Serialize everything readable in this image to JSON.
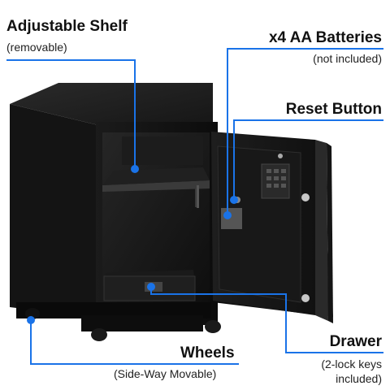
{
  "accent_color": "#1a73e8",
  "callouts": {
    "shelf": {
      "label": "Adjustable Shelf",
      "note": "(removable)"
    },
    "batteries": {
      "label": "x4 AA Batteries",
      "note": "(not included)"
    },
    "reset": {
      "label": "Reset Button"
    },
    "wheels": {
      "label": "Wheels",
      "note": "(Side-Way Movable)"
    },
    "drawer": {
      "label": "Drawer",
      "note_line1": "(2-lock keys",
      "note_line2": "included)"
    }
  }
}
